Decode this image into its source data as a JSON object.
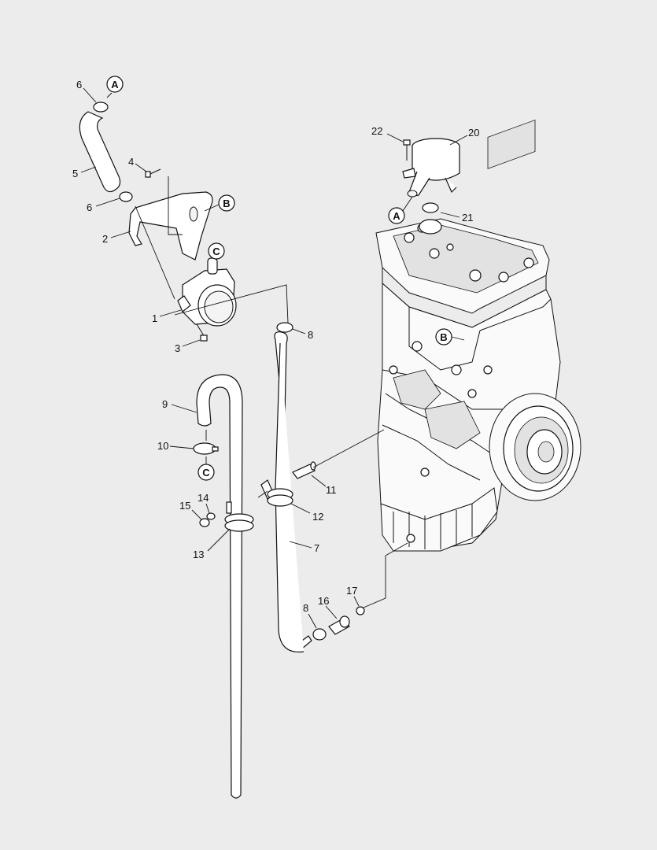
{
  "callouts": {
    "A_top": "A",
    "B_right": "B",
    "C_top": "C",
    "C_bottom": "C",
    "A_engine": "A",
    "B_engine": "B"
  },
  "part_labels": {
    "p6a": "6",
    "p5": "5",
    "p4": "4",
    "p6b": "6",
    "p2": "2",
    "p1": "1",
    "p3": "3",
    "p8a": "8",
    "p9": "9",
    "p10": "10",
    "p11": "11",
    "p12": "12",
    "p15": "15",
    "p14": "14",
    "p13": "13",
    "p7": "7",
    "p17": "17",
    "p16": "16",
    "p8b": "8",
    "p22": "22",
    "p20": "20",
    "p21": "21"
  }
}
